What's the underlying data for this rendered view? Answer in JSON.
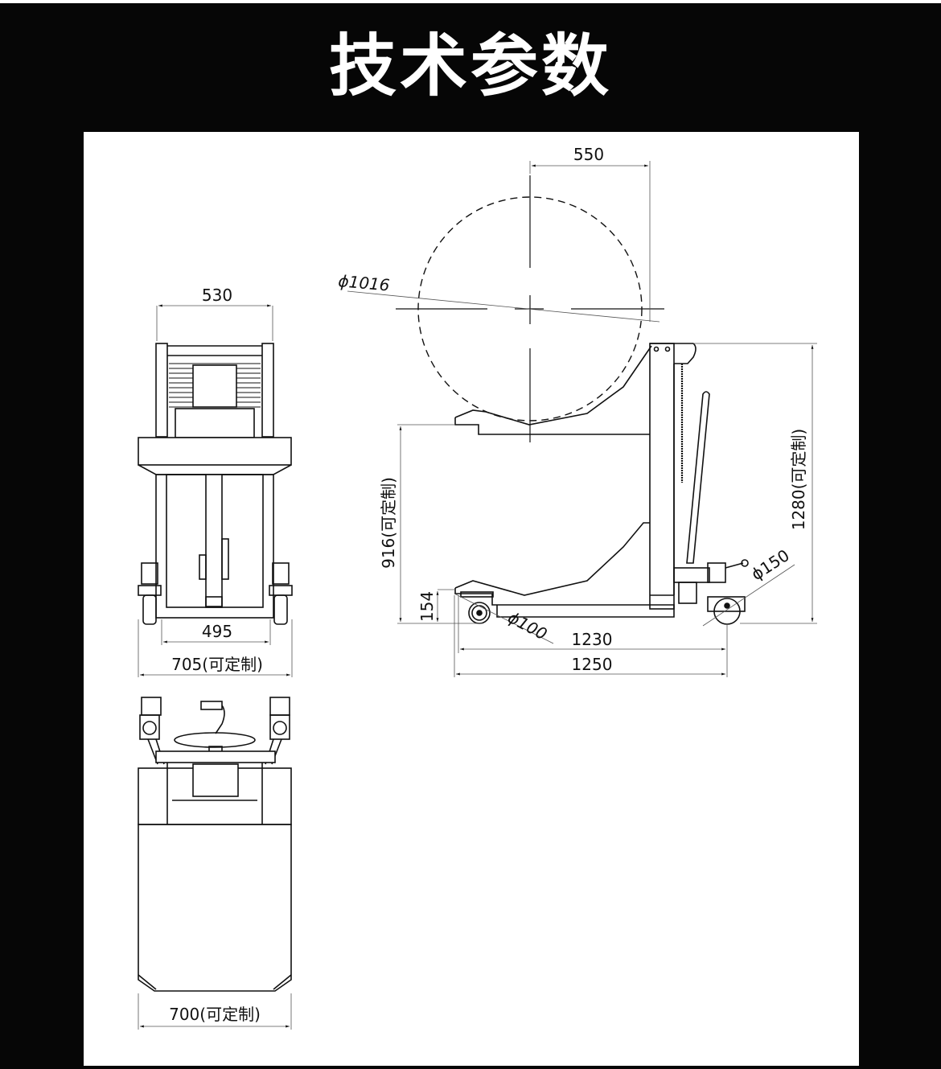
{
  "header": {
    "title": "技术参数"
  },
  "diagram": {
    "front_view": {
      "top_width": "530",
      "inner_width": "495",
      "overall_width": "705(可定制)"
    },
    "top_view": {
      "platform_width": "700(可定制)"
    },
    "side_view": {
      "drum_diameter": "ϕ1016",
      "drum_offset": "550",
      "lift_height": "916(可定制)",
      "fork_height": "154",
      "front_wheel": "ϕ100",
      "rear_wheel": "ϕ150",
      "overall_height": "1280(可定制)",
      "wheelbase": "1230",
      "overall_length": "1250"
    }
  },
  "colors": {
    "background": "#060606",
    "panel": "#ffffff",
    "line": "#111111",
    "dim_line": "#555555"
  }
}
